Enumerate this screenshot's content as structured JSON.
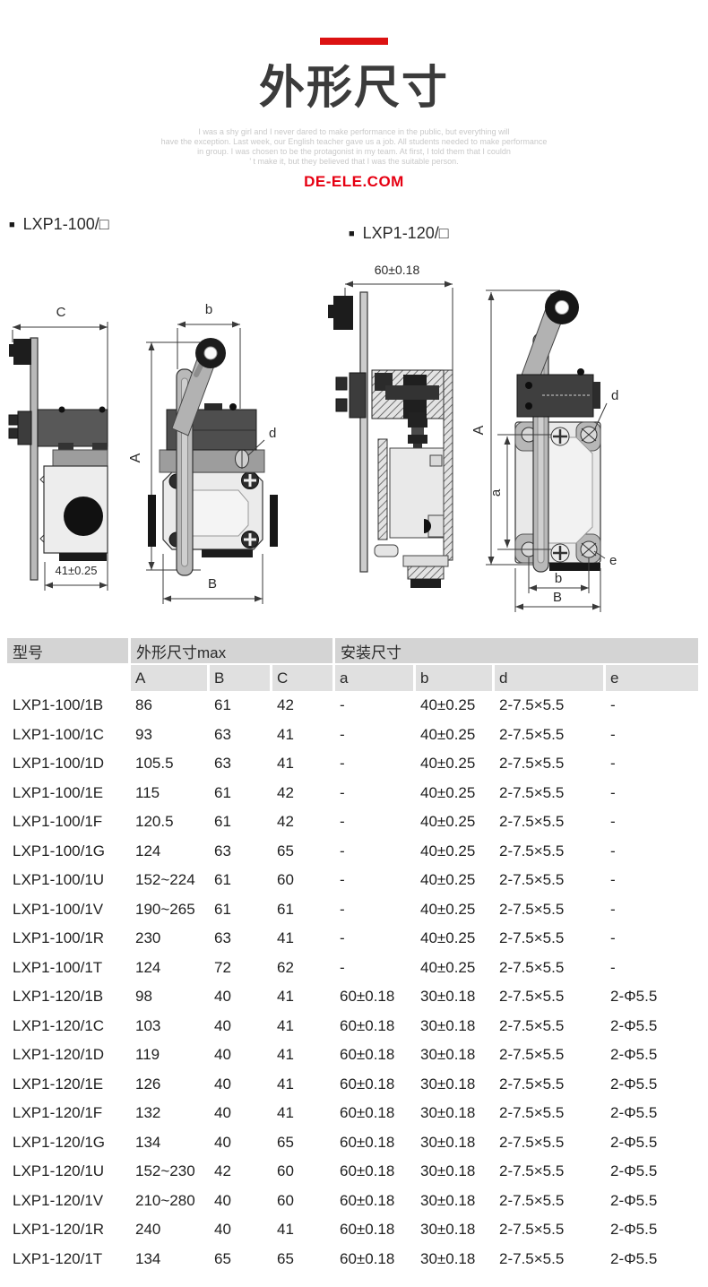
{
  "header": {
    "title": "外形尺寸",
    "accent_color": "#dc1212",
    "watermark_lines": [
      "I was a shy girl and I never dared to make performance in the public, but everything will",
      "have the exception. Last week, our English teacher gave us a job. All students needed to make performance",
      "in group. I was chosen to be the protagonist in my team. At first, I told them that I couldn",
      "' t make it, but they believed that I was the suitable person."
    ],
    "site": "DE-ELE.COM",
    "site_color": "#e60012"
  },
  "sections": {
    "series_100": {
      "label": "LXP1-100/□"
    },
    "series_120": {
      "label": "LXP1-120/□"
    }
  },
  "drawings": {
    "lxp1_100_side": {
      "top": "C",
      "bottom": "41±0.25"
    },
    "lxp1_100_front": {
      "top": "b",
      "left": "A",
      "hole": "d",
      "bottom": "B"
    },
    "lxp1_120_side": {
      "top": "60±0.18"
    },
    "lxp1_120_front": {
      "left": "A",
      "inner": "a",
      "hole_top": "d",
      "hole_bottom": "e",
      "bottom_inner": "b",
      "bottom_outer": "B"
    }
  },
  "table": {
    "group_headers": [
      {
        "label": "型号",
        "span": 1
      },
      {
        "label": "外形尺寸max",
        "span": 3
      },
      {
        "label": "安装尺寸",
        "span": 4
      }
    ],
    "columns": [
      "",
      "A",
      "B",
      "C",
      "a",
      "b",
      "d",
      "e"
    ],
    "rows": [
      [
        "LXP1-100/1B",
        "86",
        "61",
        "42",
        "-",
        "40±0.25",
        "2-7.5×5.5",
        "-"
      ],
      [
        "LXP1-100/1C",
        "93",
        "63",
        "41",
        "-",
        "40±0.25",
        "2-7.5×5.5",
        "-"
      ],
      [
        "LXP1-100/1D",
        "105.5",
        "63",
        "41",
        "-",
        "40±0.25",
        "2-7.5×5.5",
        "-"
      ],
      [
        "LXP1-100/1E",
        "115",
        "61",
        "42",
        "-",
        "40±0.25",
        "2-7.5×5.5",
        "-"
      ],
      [
        "LXP1-100/1F",
        "120.5",
        "61",
        "42",
        "-",
        "40±0.25",
        "2-7.5×5.5",
        "-"
      ],
      [
        "LXP1-100/1G",
        "124",
        "63",
        "65",
        "-",
        "40±0.25",
        "2-7.5×5.5",
        "-"
      ],
      [
        "LXP1-100/1U",
        "152~224",
        "61",
        "60",
        "-",
        "40±0.25",
        "2-7.5×5.5",
        "-"
      ],
      [
        "LXP1-100/1V",
        "190~265",
        "61",
        "61",
        "-",
        "40±0.25",
        "2-7.5×5.5",
        "-"
      ],
      [
        "LXP1-100/1R",
        "230",
        "63",
        "41",
        "-",
        "40±0.25",
        "2-7.5×5.5",
        "-"
      ],
      [
        "LXP1-100/1T",
        "124",
        "72",
        "62",
        "-",
        "40±0.25",
        "2-7.5×5.5",
        "-"
      ],
      [
        "LXP1-120/1B",
        "98",
        "40",
        "41",
        "60±0.18",
        "30±0.18",
        "2-7.5×5.5",
        "2-Φ5.5"
      ],
      [
        "LXP1-120/1C",
        "103",
        "40",
        "41",
        "60±0.18",
        "30±0.18",
        "2-7.5×5.5",
        "2-Φ5.5"
      ],
      [
        "LXP1-120/1D",
        "119",
        "40",
        "41",
        "60±0.18",
        "30±0.18",
        "2-7.5×5.5",
        "2-Φ5.5"
      ],
      [
        "LXP1-120/1E",
        "126",
        "40",
        "41",
        "60±0.18",
        "30±0.18",
        "2-7.5×5.5",
        "2-Φ5.5"
      ],
      [
        "LXP1-120/1F",
        "132",
        "40",
        "41",
        "60±0.18",
        "30±0.18",
        "2-7.5×5.5",
        "2-Φ5.5"
      ],
      [
        "LXP1-120/1G",
        "134",
        "40",
        "65",
        "60±0.18",
        "30±0.18",
        "2-7.5×5.5",
        "2-Φ5.5"
      ],
      [
        "LXP1-120/1U",
        "152~230",
        "42",
        "60",
        "60±0.18",
        "30±0.18",
        "2-7.5×5.5",
        "2-Φ5.5"
      ],
      [
        "LXP1-120/1V",
        "210~280",
        "40",
        "60",
        "60±0.18",
        "30±0.18",
        "2-7.5×5.5",
        "2-Φ5.5"
      ],
      [
        "LXP1-120/1R",
        "240",
        "40",
        "41",
        "60±0.18",
        "30±0.18",
        "2-7.5×5.5",
        "2-Φ5.5"
      ],
      [
        "LXP1-120/1T",
        "134",
        "65",
        "65",
        "60±0.18",
        "30±0.18",
        "2-7.5×5.5",
        "2-Φ5.5"
      ]
    ]
  }
}
